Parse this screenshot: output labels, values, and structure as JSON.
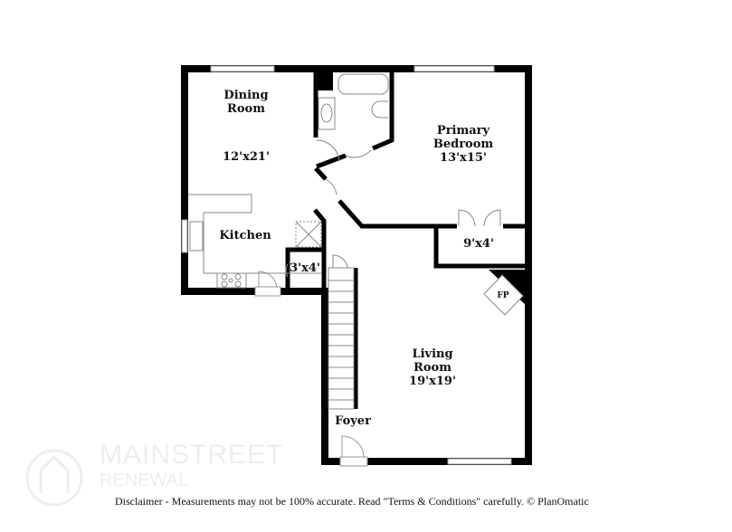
{
  "rooms": {
    "dining": {
      "name_line1": "Dining",
      "name_line2": "Room",
      "size": "12'x21'"
    },
    "kitchen": {
      "name": "Kitchen"
    },
    "pantry": {
      "size": "3'x4'"
    },
    "bedroom": {
      "name_line1": "Primary",
      "name_line2": "Bedroom",
      "size": "13'x15'"
    },
    "closet": {
      "size": "9'x4'"
    },
    "fireplace": {
      "label": "FP"
    },
    "living": {
      "name_line1": "Living",
      "name_line2": "Room",
      "size": "19'x19'"
    },
    "foyer": {
      "name": "Foyer"
    }
  },
  "watermark": {
    "line1": "MAINSTREET",
    "line2": "RENEWAL"
  },
  "disclaimer": "Disclaimer - Measurements may not be 100% accurate. Read \"Terms & Conditions\" carefully. © PlanOmatic",
  "colors": {
    "wall": "#000000",
    "fixture": "#888888"
  }
}
